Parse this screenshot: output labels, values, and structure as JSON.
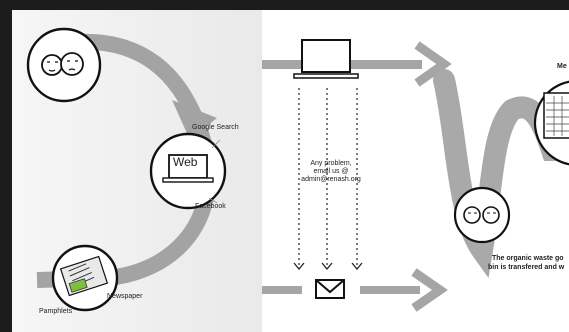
{
  "labels": {
    "google_search": "Google Search",
    "web": "Web",
    "facebook": "Facebook",
    "newspaper": "Newspaper",
    "pamphlets": "Pamphlets",
    "contact_line1": "Any problem,",
    "contact_line2": "email us @",
    "contact_line3": "admin@renash.org",
    "right_title_partial": "Me",
    "right_caption_line1": "The organic waste go",
    "right_caption_line2": "bin is transfered and w"
  },
  "colors": {
    "arrow_gray": "#9e9e9e",
    "panel_light": "#f4f4f4",
    "panel_mid": "#ebebeb",
    "ink": "#111111"
  }
}
